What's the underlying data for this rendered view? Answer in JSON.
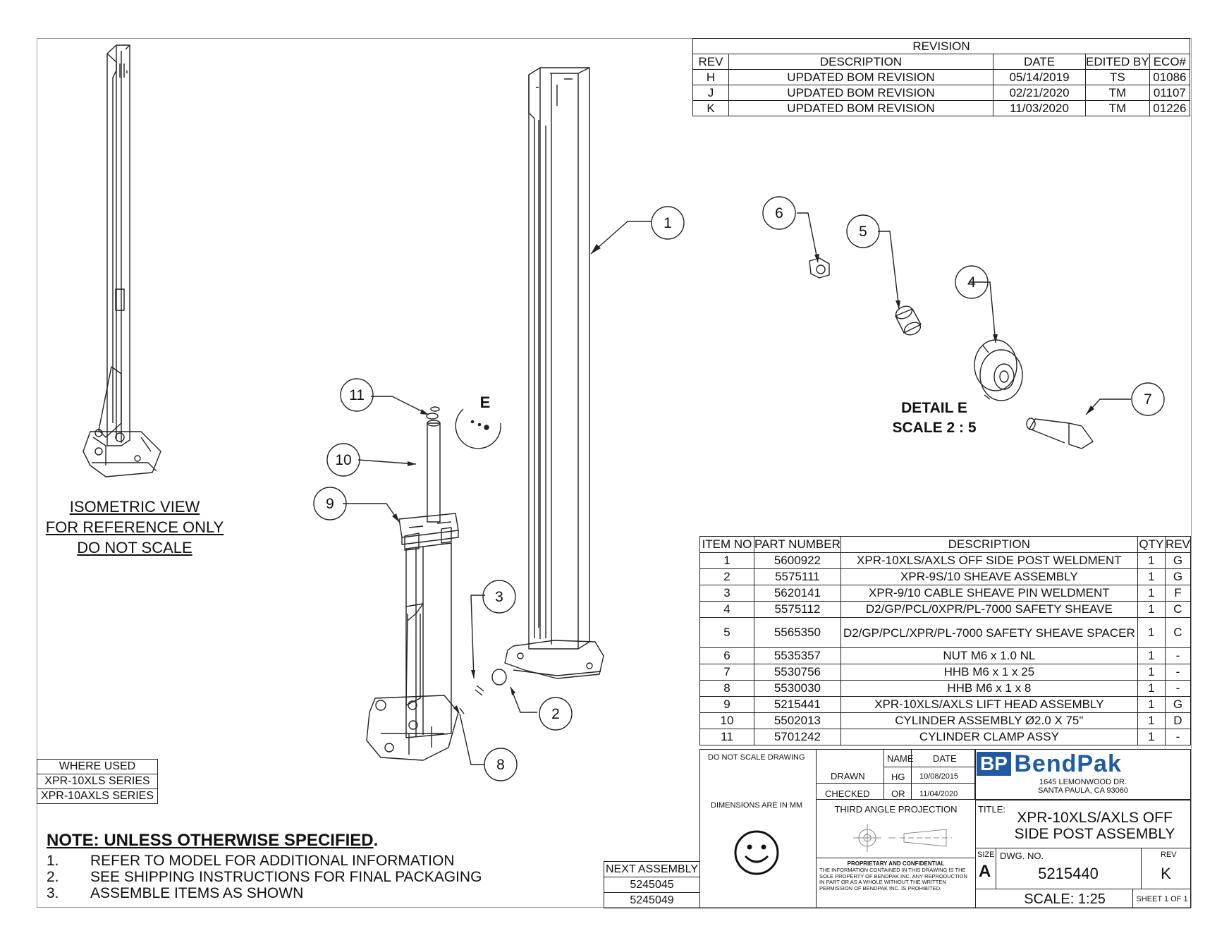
{
  "revision": {
    "title": "REVISION",
    "headers": [
      "REV",
      "DESCRIPTION",
      "DATE",
      "EDITED BY",
      "ECO#"
    ],
    "rows": [
      [
        "H",
        "UPDATED BOM REVISION",
        "05/14/2019",
        "TS",
        "01086"
      ],
      [
        "J",
        "UPDATED BOM REVISION",
        "02/21/2020",
        "TM",
        "01107"
      ],
      [
        "K",
        "UPDATED BOM REVISION",
        "11/03/2020",
        "TM",
        "01226"
      ]
    ]
  },
  "bom": {
    "headers": [
      "ITEM NO",
      "PART NUMBER",
      "DESCRIPTION",
      "QTY",
      "REV"
    ],
    "rows": [
      [
        "1",
        "5600922",
        "XPR-10XLS/AXLS OFF SIDE POST WELDMENT",
        "1",
        "G"
      ],
      [
        "2",
        "5575111",
        "XPR-9S/10 SHEAVE ASSEMBLY",
        "1",
        "G"
      ],
      [
        "3",
        "5620141",
        "XPR-9/10 CABLE SHEAVE PIN WELDMENT",
        "1",
        "F"
      ],
      [
        "4",
        "5575112",
        "D2/GP/PCL/0XPR/PL-7000 SAFETY SHEAVE",
        "1",
        "C"
      ],
      [
        "5",
        "5565350",
        "D2/GP/PCL/XPR/PL-7000 SAFETY SHEAVE SPACER",
        "1",
        "C"
      ],
      [
        "6",
        "5535357",
        "NUT M6 x 1.0 NL",
        "1",
        "-"
      ],
      [
        "7",
        "5530756",
        "HHB M6 x 1 x 25",
        "1",
        "-"
      ],
      [
        "8",
        "5530030",
        "HHB M6 x 1 x 8",
        "1",
        "-"
      ],
      [
        "9",
        "5215441",
        "XPR-10XLS/AXLS LIFT HEAD ASSEMBLY",
        "1",
        "G"
      ],
      [
        "10",
        "5502013",
        "CYLINDER ASSEMBLY Ø2.0 X 75\"",
        "1",
        "D"
      ],
      [
        "11",
        "5701242",
        "CYLINDER CLAMP ASSY",
        "1",
        "-"
      ]
    ]
  },
  "balloons": [
    "1",
    "2",
    "3",
    "4",
    "5",
    "6",
    "7",
    "8",
    "9",
    "10",
    "11"
  ],
  "view_e_label": "E",
  "iso_note": [
    "ISOMETRIC VIEW",
    "FOR REFERENCE ONLY",
    "DO NOT SCALE"
  ],
  "detail": [
    "DETAIL E",
    "SCALE 2 : 5"
  ],
  "where_used": {
    "title": "WHERE USED",
    "items": [
      "XPR-10XLS SERIES",
      "XPR-10AXLS SERIES"
    ]
  },
  "notes": {
    "title": "NOTE: UNLESS OTHERWISE SPECIFIED",
    "title_end": ".",
    "items": [
      [
        "1.",
        "REFER TO MODEL FOR ADDITIONAL INFORMATION"
      ],
      [
        "2.",
        "SEE SHIPPING INSTRUCTIONS FOR FINAL PACKAGING"
      ],
      [
        "3.",
        "ASSEMBLE ITEMS AS SHOWN"
      ]
    ]
  },
  "next_assembly": {
    "title": "NEXT ASSEMBLY",
    "items": [
      "5245045",
      "5245049"
    ]
  },
  "title_block": {
    "do_not_scale": "DO NOT SCALE DRAWING",
    "name_header": "NAME",
    "date_header": "DATE",
    "drawn_label": "DRAWN",
    "drawn_name": "HG",
    "drawn_date": "10/08/2015",
    "checked_label": "CHECKED",
    "checked_name": "OR",
    "checked_date": "11/04/2020",
    "dimensions": "DIMENSIONS ARE IN MM",
    "projection": "THIRD ANGLE PROJECTION",
    "prop_title": "PROPRIETARY AND CONFIDENTIAL",
    "prop_text": "THE INFORMATION CONTAINED IN THIS DRAWING IS THE SOLE PROPERTY OF BENDPAK INC. ANY REPRODUCTION IN PART OR AS A WHOLE WITHOUT THE WRITTEN PERMISSION OF BENDPAK INC. IS PROHIBITED.",
    "logo_mark": "BP",
    "logo_text": "BendPak",
    "address_line1": "1645 LEMONWOOD DR.",
    "address_line2": "SANTA PAULA, CA 93060",
    "title_label": "TITLE:",
    "title_line1": "XPR-10XLS/AXLS OFF",
    "title_line2": "SIDE POST ASSEMBLY",
    "size_label": "SIZE",
    "size_value": "A",
    "dwg_label": "DWG.  NO.",
    "dwg_value": "5215440",
    "rev_label": "REV",
    "rev_value": "K",
    "scale": "SCALE: 1:25",
    "sheet": "SHEET 1 OF 1"
  },
  "colors": {
    "logo_blue": "#1f5aa6",
    "logo_grey": "#9a9a9a",
    "line": "#222222"
  }
}
